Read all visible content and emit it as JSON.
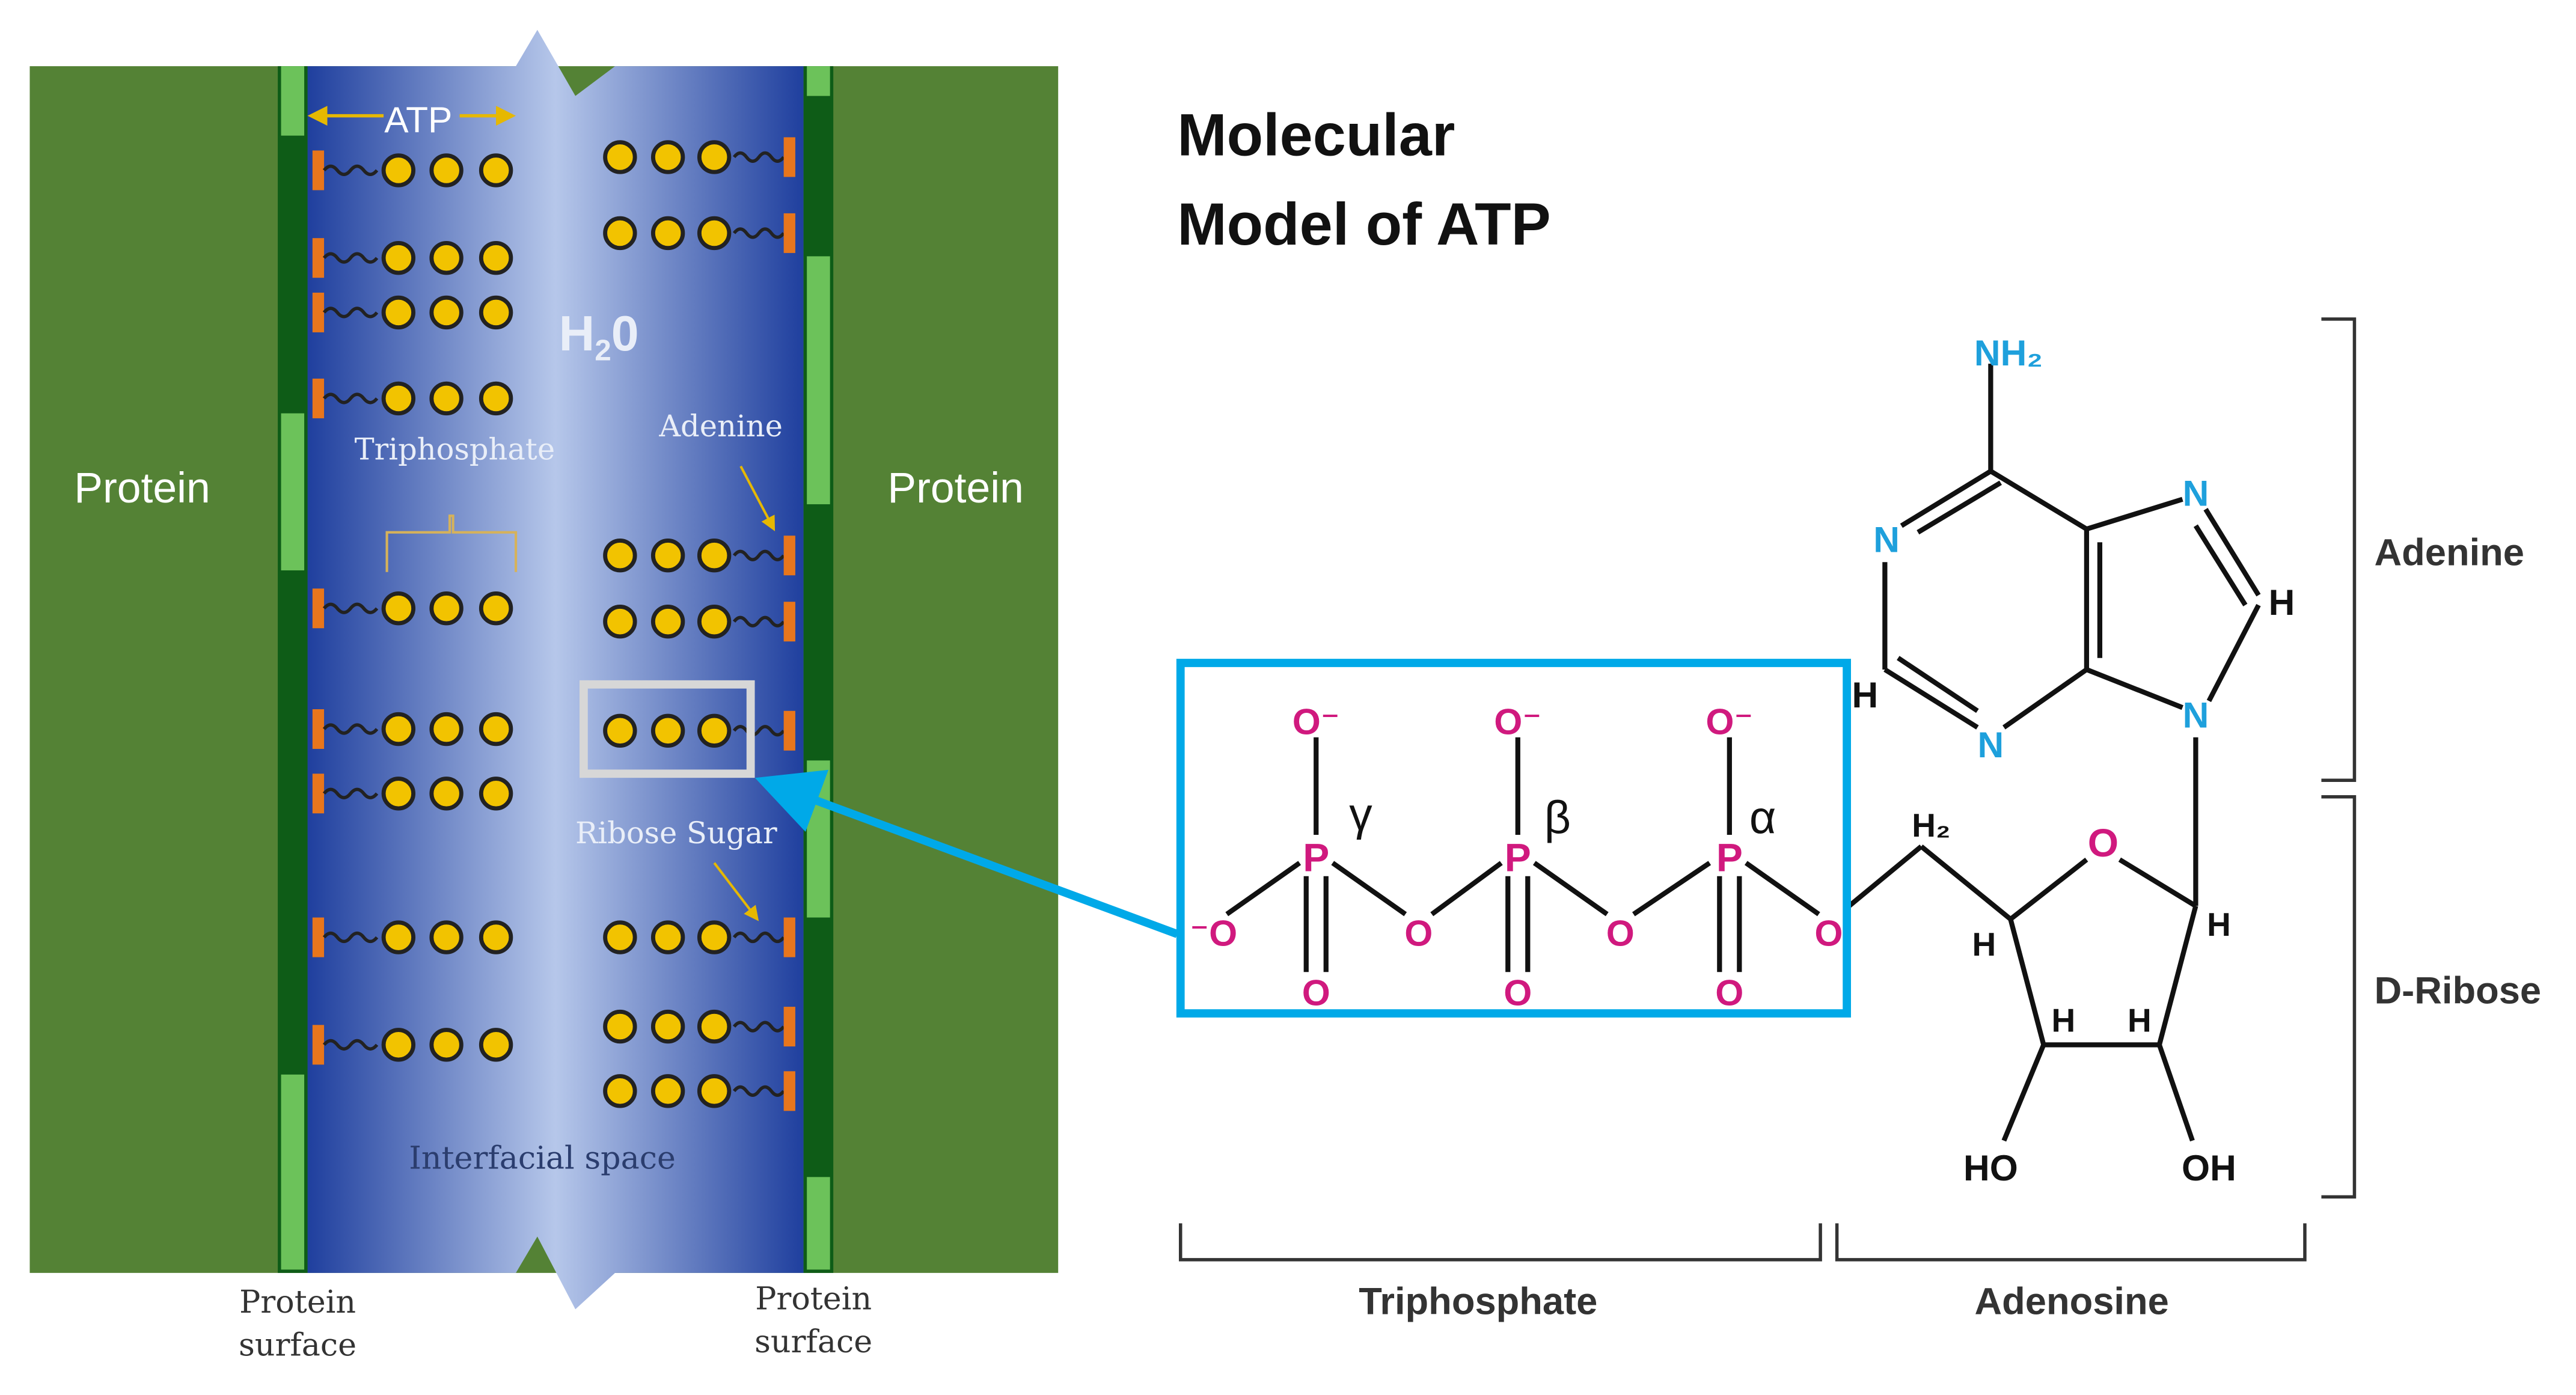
{
  "title": {
    "line1": "Molecular",
    "line2": "Model of ATP"
  },
  "left_panel": {
    "protein_left": "Protein",
    "protein_right": "Protein",
    "atp_label": "ATP",
    "water_label": {
      "main": "H",
      "sub": "2",
      "tail": "0"
    },
    "triphosphate_label": "Triphosphate",
    "adenine_label": "Adenine",
    "ribose_label": "Ribose Sugar",
    "interfacial_label": "Interfacial space",
    "surface_left": [
      "Protein",
      "surface"
    ],
    "surface_right": [
      "Protein",
      "surface"
    ]
  },
  "molecule": {
    "adenine_atoms": {
      "nh2": "NH₂",
      "n1": "N",
      "n3": "N",
      "n7": "N",
      "n9": "N",
      "h8": "H",
      "h2": "H"
    },
    "phosphate": {
      "oxygen_minus": "O⁻",
      "phosphorus": "P",
      "oxygen": "O",
      "terminal_o": "⁻O",
      "greek": [
        "γ",
        "β",
        "α"
      ]
    },
    "ribose_atoms": {
      "ch2": "H₂",
      "ring_o": "O",
      "h1": "H",
      "h2": "H",
      "h3": "H",
      "h4": "H",
      "oh_left": "HO",
      "oh_right": "OH"
    }
  },
  "brackets": {
    "adenine": "Adenine",
    "d_ribose": "D-Ribose",
    "triphosphate": "Triphosphate",
    "adenosine": "Adenosine"
  },
  "colors": {
    "protein": "#548235",
    "surface_dark": "#0e5c17",
    "surface_light": "#6cc25a",
    "channel_dark": "#1f3f9e",
    "channel_light": "#a9bde6",
    "atp_ball": "#f2c300",
    "atp_tail": "#e8761c",
    "highlight_box": "#00a9e8",
    "nitrogen": "#1ea0dc",
    "phosphate": "#d0197e"
  },
  "left_rows": [
    {
      "side": "left",
      "y": 0.1
    }
  ]
}
